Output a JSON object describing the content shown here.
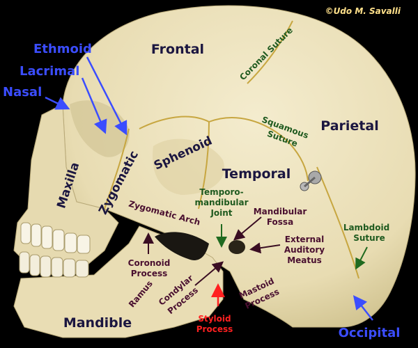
{
  "credit": "©Udo M. Savalli",
  "bones": {
    "frontal": "Frontal",
    "parietal": "Parietal",
    "temporal": "Temporal",
    "sphenoid": "Sphenoid",
    "zygomatic": "Zygomatic",
    "maxilla": "Maxilla",
    "mandible": "Mandible"
  },
  "external_bones": {
    "ethmoid": "Ethmoid",
    "lacrimal": "Lacrimal",
    "nasal": "Nasal",
    "occipital": "Occipital"
  },
  "sutures": {
    "coronal": "Coronal Suture",
    "squamous_1": "Squamous",
    "squamous_2": "Suture",
    "lambdoid_1": "Lambdoid",
    "lambdoid_2": "Suture",
    "tmj_1": "Temporo-",
    "tmj_2": "mandibular",
    "tmj_3": "Joint"
  },
  "features": {
    "zygomatic_arch": "Zygomatic Arch",
    "mandibular_fossa_1": "Mandibular",
    "mandibular_fossa_2": "Fossa",
    "eam_1": "External",
    "eam_2": "Auditory",
    "eam_3": "Meatus",
    "coronoid_1": "Coronoid",
    "coronoid_2": "Process",
    "condylar_1": "Condylar",
    "condylar_2": "Process",
    "ramus": "Ramus",
    "mastoid_1": "Mastoid",
    "mastoid_2": "Process",
    "styloid_1": "Styloid",
    "styloid_2": "Process"
  },
  "colors": {
    "background": "#000000",
    "bone": "#ece3bf",
    "bone_shadow": "#c9bd8e",
    "suture_line": "#c7a640",
    "blue_pointer": "#3b4dff",
    "red_pointer": "#ff2020",
    "dark_pointer": "#3a0d22",
    "green_pointer": "#1f6a1f"
  }
}
